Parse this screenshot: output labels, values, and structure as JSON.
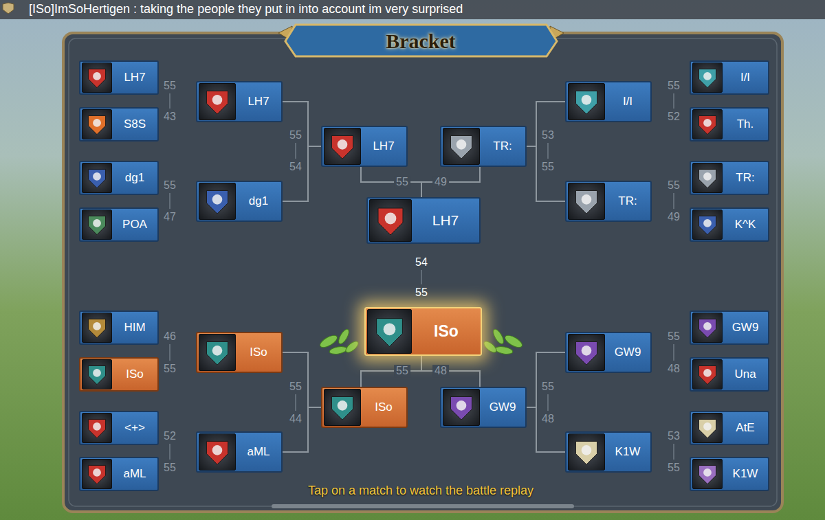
{
  "diagram": {
    "title": "Bracket",
    "nodes": [
      {
        "text": [
          "LH7"
        ]
      },
      {
        "text": [
          "S8S"
        ]
      },
      {
        "text": [
          "dg1"
        ]
      },
      {
        "text": [
          "POA"
        ]
      },
      {
        "text": [
          "LH7"
        ]
      },
      {
        "text": [
          "dg1"
        ]
      },
      {
        "text": [
          "LH7"
        ]
      },
      {
        "text": [
          "TR:"
        ]
      },
      {
        "text": [
          "I/I"
        ]
      },
      {
        "text": [
          "TR:"
        ]
      },
      {
        "text": [
          "I/I"
        ]
      },
      {
        "text": [
          "Th."
        ]
      },
      {
        "text": [
          "TR:"
        ]
      },
      {
        "text": [
          "K^K"
        ]
      },
      {
        "text": [
          "LH7"
        ]
      },
      {
        "text": [
          "ISo"
        ]
      },
      {
        "text": [
          "HIM"
        ]
      },
      {
        "text": [
          "ISo"
        ]
      },
      {
        "text": [
          "<+>"
        ]
      },
      {
        "text": [
          "aML"
        ]
      },
      {
        "text": [
          "ISo"
        ]
      },
      {
        "text": [
          "aML"
        ]
      },
      {
        "text": [
          "ISo"
        ]
      },
      {
        "text": [
          "GW9"
        ]
      },
      {
        "text": [
          "GW9"
        ]
      },
      {
        "text": [
          "K1W"
        ]
      },
      {
        "text": [
          "GW9"
        ]
      },
      {
        "text": [
          "Una"
        ]
      },
      {
        "text": [
          "AtE"
        ]
      },
      {
        "text": [
          "K1W"
        ]
      }
    ],
    "edges": [
      {
        "from": 4,
        "to": 6,
        "arrow": "none"
      },
      {
        "from": 5,
        "to": 6,
        "arrow": "none"
      },
      {
        "from": 8,
        "to": 7,
        "arrow": "none"
      },
      {
        "from": 9,
        "to": 7,
        "arrow": "none"
      },
      {
        "from": 6,
        "to": 14,
        "arrow": "none"
      },
      {
        "from": 7,
        "to": 14,
        "arrow": "none"
      },
      {
        "from": 20,
        "to": 22,
        "arrow": "none"
      },
      {
        "from": 21,
        "to": 22,
        "arrow": "none"
      },
      {
        "from": 24,
        "to": 23,
        "arrow": "none"
      },
      {
        "from": 25,
        "to": 23,
        "arrow": "none"
      },
      {
        "from": 22,
        "to": 15,
        "arrow": "none"
      },
      {
        "from": 23,
        "to": 15,
        "arrow": "none"
      }
    ],
    "labels": [
      "[ISo]ImSoHertigen : taking the people they put in into account im very surprised",
      "55",
      "43",
      "55",
      "47",
      "55",
      "54",
      "53",
      "55",
      "55",
      "52",
      "55",
      "49",
      "55",
      "49",
      "54",
      "55",
      "46",
      "55",
      "55",
      "44",
      "55",
      "48",
      "55",
      "48",
      "55",
      "48",
      "52",
      "55",
      "53",
      "55",
      "Tap on a match to watch the battle replay"
    ]
  }
}
